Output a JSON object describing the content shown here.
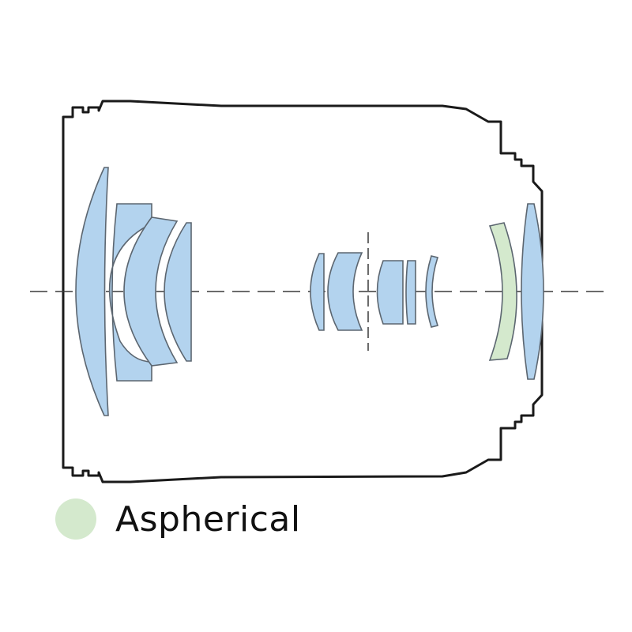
{
  "colors": {
    "outline": "#1a1a1a",
    "lens_fill": "#b3d3ee",
    "lens_stroke": "#5c6670",
    "aspherical_fill": "#d4e9cd",
    "axis": "#3a3a3a",
    "background": "#ffffff"
  },
  "legend": {
    "items": [
      {
        "label": "Aspherical",
        "color": "#d4e9cd"
      }
    ]
  },
  "elements": [
    {
      "id": "front-meniscus",
      "type": "spherical"
    },
    {
      "id": "group1-lens-2",
      "type": "spherical"
    },
    {
      "id": "group1-lens-3",
      "type": "spherical"
    },
    {
      "id": "group1-lens-4",
      "type": "spherical"
    },
    {
      "id": "group2-lens-1",
      "type": "spherical"
    },
    {
      "id": "group2-lens-2",
      "type": "spherical"
    },
    {
      "id": "group3-lens-1",
      "type": "spherical"
    },
    {
      "id": "group3-lens-2",
      "type": "spherical"
    },
    {
      "id": "group3-lens-3",
      "type": "spherical"
    },
    {
      "id": "rear-aspherical",
      "type": "aspherical"
    },
    {
      "id": "rear-lens",
      "type": "spherical"
    }
  ]
}
